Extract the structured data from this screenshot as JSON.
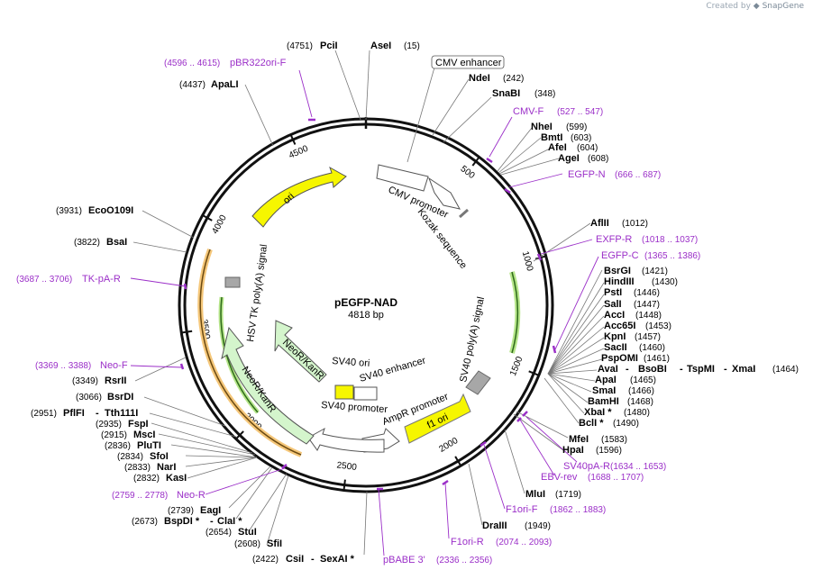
{
  "credit": {
    "prefix": "Created by",
    "brand": "SnapGene"
  },
  "map": {
    "name": "pEGFP-NAD",
    "size": "4818 bp"
  },
  "ticks": [
    "500",
    "1000",
    "1500",
    "2000",
    "2500",
    "3000",
    "3500",
    "4000",
    "4500"
  ],
  "features": {
    "cmv_enhancer": "CMV enhancer",
    "cmv_promoter": "CMV promoter",
    "kozak": "Kozak sequence",
    "sv40_polya": "SV40 poly(A) signal",
    "f1_ori": "f1 ori",
    "ampr_promoter": "AmpR promoter",
    "sv40_promoter": "SV40 promoter",
    "sv40_ori": "SV40 ori",
    "sv40_enhancer": "SV40 enhancer",
    "neokanr_inner": "NeoR/KanR",
    "neokanr_outer": "NeoR/KanR",
    "hsv_tk": "HSV TK poly(A) signal",
    "ori": "ori"
  },
  "sites_right": [
    {
      "name": "AseI",
      "pos": "(15)"
    },
    {
      "name": "NdeI",
      "pos": "(242)"
    },
    {
      "name": "SnaBI",
      "pos": "(348)"
    },
    {
      "name": "NheI",
      "pos": "(599)"
    },
    {
      "name": "BmtI",
      "pos": "(603)"
    },
    {
      "name": "AfeI",
      "pos": "(604)"
    },
    {
      "name": "AgeI",
      "pos": "(608)"
    },
    {
      "name": "AflII",
      "pos": "(1012)"
    },
    {
      "name": "BsrGI",
      "pos": "(1421)"
    },
    {
      "name": "HindIII",
      "pos": "(1430)"
    },
    {
      "name": "PstI",
      "pos": "(1446)"
    },
    {
      "name": "SalI",
      "pos": "(1447)"
    },
    {
      "name": "AccI",
      "pos": "(1448)"
    },
    {
      "name": "Acc65I",
      "pos": "(1453)"
    },
    {
      "name": "KpnI",
      "pos": "(1457)"
    },
    {
      "name": "SacII",
      "pos": "(1460)"
    },
    {
      "name": "PspOMI",
      "pos": "(1461)"
    },
    {
      "name": "ApaI",
      "pos": "(1465)"
    },
    {
      "name": "SmaI",
      "pos": "(1466)"
    },
    {
      "name": "BamHI",
      "pos": "(1468)"
    },
    {
      "name": "XbaI *",
      "pos": "(1480)"
    },
    {
      "name": "BclI *",
      "pos": "(1490)"
    },
    {
      "name": "MfeI",
      "pos": "(1583)"
    },
    {
      "name": "HpaI",
      "pos": "(1596)"
    },
    {
      "name": "MluI",
      "pos": "(1719)"
    },
    {
      "name": "DraIII",
      "pos": "(1949)"
    }
  ],
  "multi_site": {
    "a": "AvaI",
    "b": "BsoBI",
    "c": "TspMI",
    "d": "XmaI",
    "pos": "(1464)"
  },
  "sites_left": [
    {
      "name": "PciI",
      "pos": "(4751)"
    },
    {
      "name": "ApaLI",
      "pos": "(4437)"
    },
    {
      "name": "EcoO109I",
      "pos": "(3931)"
    },
    {
      "name": "BsaI",
      "pos": "(3822)"
    },
    {
      "name": "RsrII",
      "pos": "(3349)"
    },
    {
      "name": "BsrDI",
      "pos": "(3066)"
    },
    {
      "name": "FspI",
      "pos": "(2935)"
    },
    {
      "name": "MscI",
      "pos": "(2915)"
    },
    {
      "name": "PluTI",
      "pos": "(2836)"
    },
    {
      "name": "SfoI",
      "pos": "(2834)"
    },
    {
      "name": "NarI",
      "pos": "(2833)"
    },
    {
      "name": "KasI",
      "pos": "(2832)"
    },
    {
      "name": "EagI",
      "pos": "(2739)"
    },
    {
      "name": "StuI",
      "pos": "(2654)"
    },
    {
      "name": "SfiI",
      "pos": "(2608)"
    }
  ],
  "pflfi": {
    "a": "PflFI",
    "b": "Tth111I",
    "pos": "(2951)"
  },
  "bspdi": {
    "a": "BspDI *",
    "b": "ClaI *",
    "pos": "(2673)"
  },
  "csii": {
    "a": "CsiI",
    "b": "SexAI *",
    "pos": "(2422)"
  },
  "primers": [
    {
      "name": "pBR322ori-F",
      "pos": "(4596 .. 4615)"
    },
    {
      "name": "CMV-F",
      "pos": "(527 .. 547)"
    },
    {
      "name": "EGFP-N",
      "pos": "(666 .. 687)"
    },
    {
      "name": "EXFP-R",
      "pos": "(1018 .. 1037)"
    },
    {
      "name": "EGFP-C",
      "pos": "(1365 .. 1386)"
    },
    {
      "name": "SV40pA-R",
      "pos": "(1634 .. 1653)"
    },
    {
      "name": "EBV-rev",
      "pos": "(1688 .. 1707)"
    },
    {
      "name": "F1ori-F",
      "pos": "(1862 .. 1883)"
    },
    {
      "name": "F1ori-R",
      "pos": "(2074 .. 2093)"
    },
    {
      "name": "pBABE 3'",
      "pos": "(2336 .. 2356)"
    },
    {
      "name": "Neo-R",
      "pos": "(2759 .. 2778)"
    },
    {
      "name": "Neo-F",
      "pos": "(3369 .. 3388)"
    },
    {
      "name": "TK-pA-R",
      "pos": "(3687 .. 3706)"
    }
  ]
}
